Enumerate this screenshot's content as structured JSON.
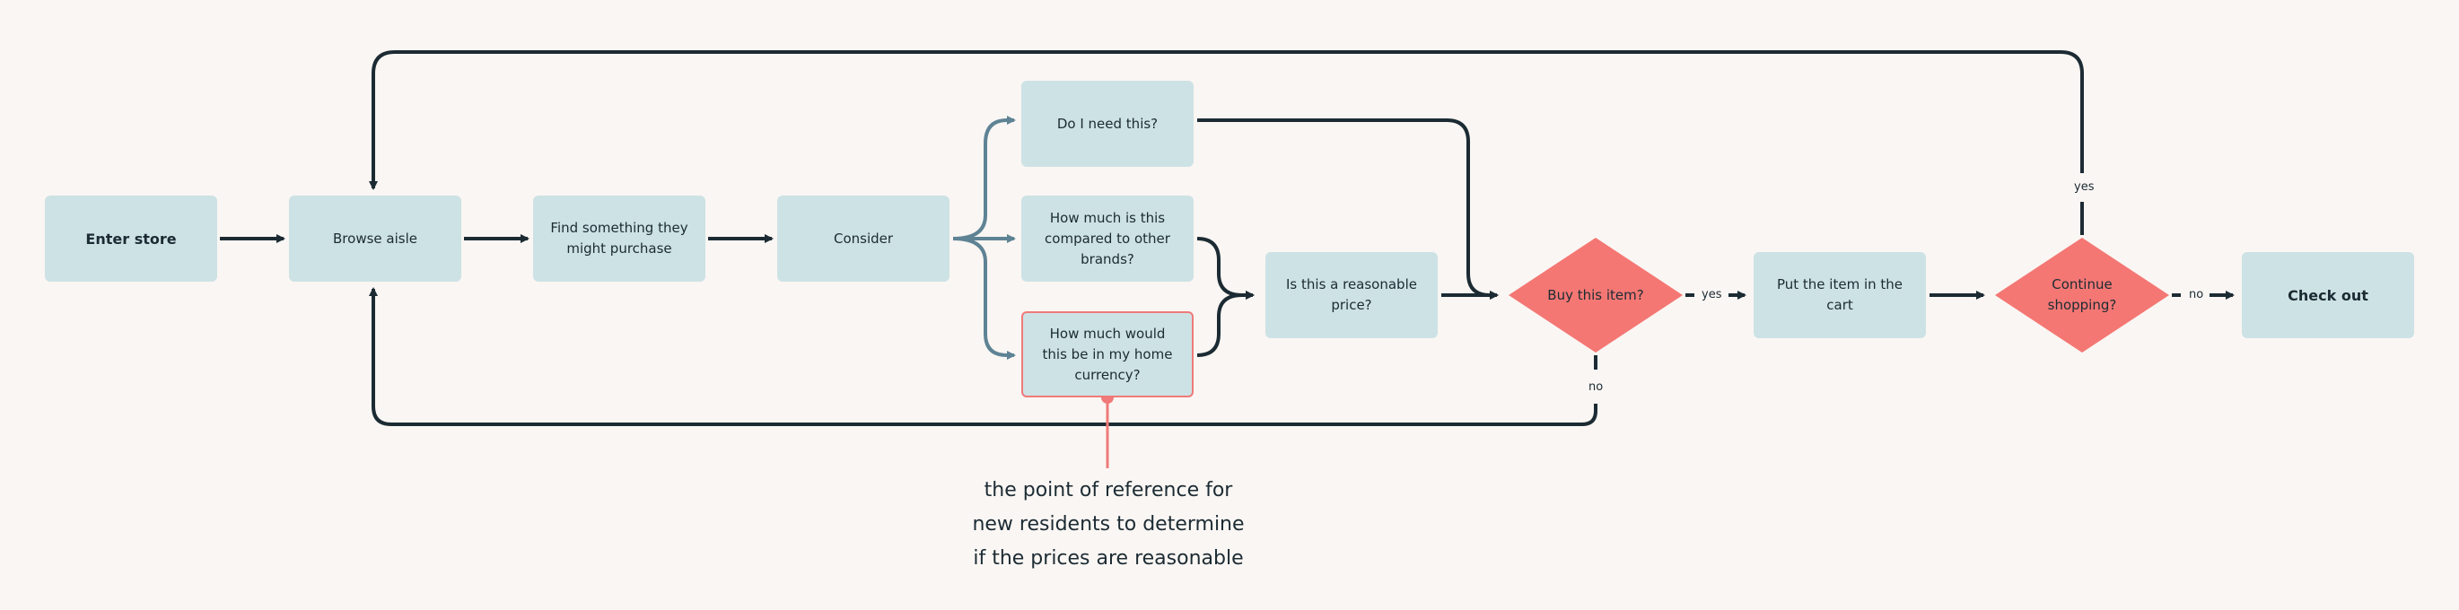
{
  "nodes": {
    "enter_store": "Enter store",
    "browse_aisle": "Browse aisle",
    "find_something": "Find something they might purchase",
    "consider": "Consider",
    "need_this": "Do I need this?",
    "compare_brands": "How much is this compared to other brands?",
    "home_currency": "How much would this be in my home currency?",
    "reasonable_price": "Is this a reasonable price?",
    "buy_item": "Buy this item?",
    "put_in_cart": "Put the item in the cart",
    "continue_shopping": "Continue shopping?",
    "check_out": "Check out"
  },
  "edge_labels": {
    "buy_yes": "yes",
    "buy_no": "no",
    "continue_yes": "yes",
    "continue_no": "no"
  },
  "annotation": {
    "line1": "the point of reference for",
    "line2": "new residents to determine",
    "line3": "if the prices are reasonable"
  },
  "colors": {
    "box_fill": "#cde2e5",
    "decision_fill": "#f47774",
    "highlight": "#ef7a78",
    "arrow_dark": "#1c2b33",
    "arrow_branch": "#5e8394",
    "background": "#faf6f3"
  }
}
